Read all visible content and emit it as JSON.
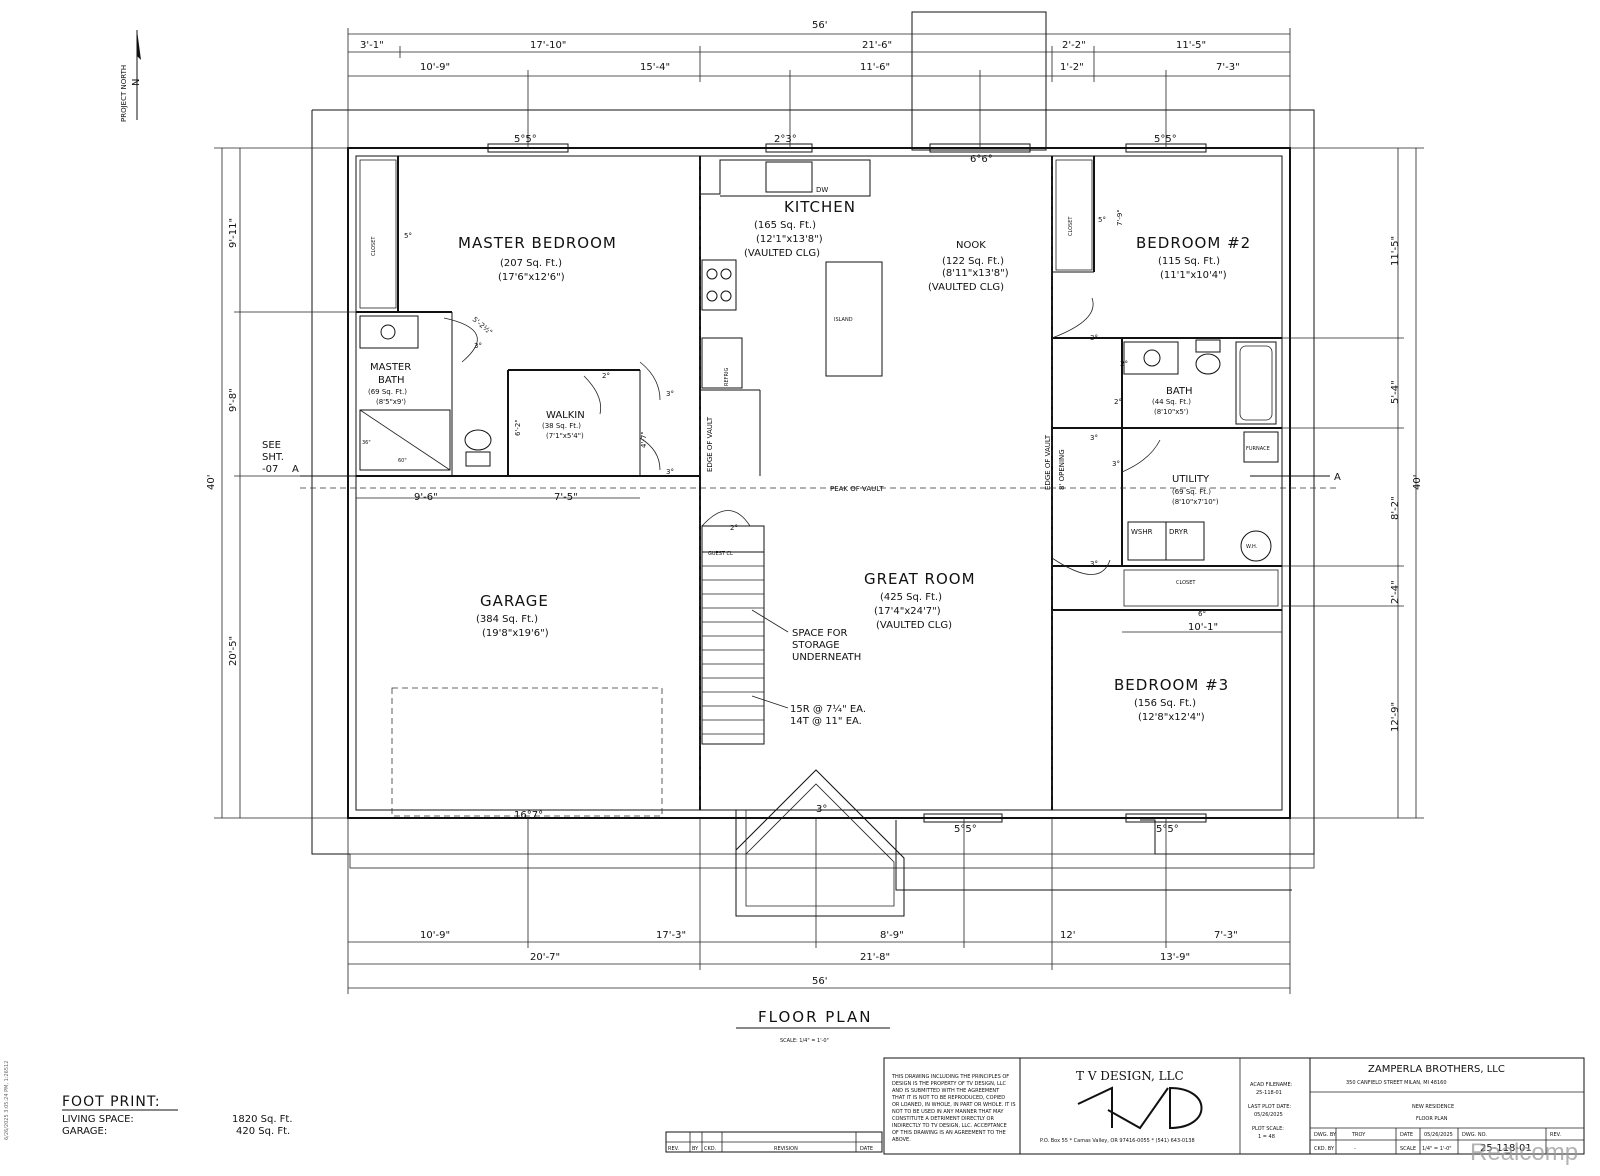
{
  "drawing": {
    "title": "FLOOR PLAN",
    "scale": "SCALE: 1/4\" = 1'-0\"",
    "north": "PROJECT NORTH",
    "north_n": "N",
    "see_sht": [
      "SEE",
      "SHT.",
      "-07"
    ],
    "section_mark": "A",
    "peak_of_vault": "PEAK OF VAULT",
    "edge_of_vault": "EDGE OF VAULT",
    "edge_of_vault_right": "EDGE OF VAULT",
    "opening": "8' OPENING",
    "stair_note": [
      "SPACE FOR",
      "STORAGE",
      "UNDERNEATH"
    ],
    "stair_spec": [
      "15R @ 7¼\" EA.",
      "14T @ 11\" EA."
    ],
    "guest_cl": "GUEST CL",
    "island": "ISLAND",
    "refrig": "REFRIG",
    "dw": "DW",
    "closet": "CLOSET",
    "furnace": "FURNACE",
    "wshr": "WSHR",
    "dryr": "DRYR",
    "wh": "W.H."
  },
  "rooms": {
    "master_bedroom": {
      "name": "MASTER BEDROOM",
      "area": "(207 Sq. Ft.)",
      "size": "(17'6\"x12'6\")"
    },
    "master_bath": {
      "name": [
        "MASTER",
        "BATH"
      ],
      "area": "(69 Sq. Ft.)",
      "size": "(8'5\"x9')"
    },
    "walkin": {
      "name": "WALKIN",
      "area": "(38 Sq. Ft.)",
      "size": "(7'1\"x5'4\")"
    },
    "kitchen": {
      "name": "KITCHEN",
      "area": "(165 Sq. Ft.)",
      "size": "(12'1\"x13'8\")",
      "note": "(VAULTED CLG)"
    },
    "nook": {
      "name": "NOOK",
      "area": "(122 Sq. Ft.)",
      "size": "(8'11\"x13'8\")",
      "note": "(VAULTED CLG)"
    },
    "bedroom2": {
      "name": "BEDROOM #2",
      "area": "(115 Sq. Ft.)",
      "size": "(11'1\"x10'4\")"
    },
    "bath": {
      "name": "BATH",
      "area": "(44 Sq. Ft.)",
      "size": "(8'10\"x5')"
    },
    "utility": {
      "name": "UTILITY",
      "area": "(69 Sq. Ft.)",
      "size": "(8'10\"x7'10\")"
    },
    "great_room": {
      "name": "GREAT ROOM",
      "area": "(425 Sq. Ft.)",
      "size": "(17'4\"x24'7\")",
      "note": "(VAULTED CLG)"
    },
    "garage": {
      "name": "GARAGE",
      "area": "(384 Sq. Ft.)",
      "size": "(19'8\"x19'6\")"
    },
    "bedroom3": {
      "name": "BEDROOM #3",
      "area": "(156 Sq. Ft.)",
      "size": "(12'8\"x12'4\")"
    }
  },
  "dims_top": {
    "overall": "56'",
    "row1": [
      "3'-1\"",
      "17'-10\"",
      "21'-6\"",
      "2'-2\"",
      "11'-5\""
    ],
    "row2": [
      "10'-9\"",
      "15'-4\"",
      "11'-6\"",
      "1'-2\"",
      "7'-3\""
    ],
    "windows": [
      "5°5°",
      "2°3°",
      "6°6°",
      "5°5°"
    ]
  },
  "dims_bottom": {
    "row1": [
      "10'-9\"",
      "17'-3\"",
      "8'-9\"",
      "12'",
      "7'-3\""
    ],
    "row2": [
      "20'-7\"",
      "21'-8\"",
      "13'-9\""
    ],
    "overall": "56'",
    "windows": [
      "16°7°",
      "3°",
      "5°5°",
      "5°5°"
    ]
  },
  "dims_left": {
    "overall": "40'",
    "segs": [
      "9'-11\"",
      "9'-8\"",
      "20'-5\""
    ]
  },
  "dims_right": {
    "overall": "40'",
    "segs": [
      "11'-5\"",
      "5'-4\"",
      "8'-2\"",
      "2'-4\"",
      "12'-9\""
    ]
  },
  "dims_interior": {
    "mb_row": [
      "9'-6\"",
      "7'-5\""
    ],
    "br3_width": "10'-1\"",
    "misc": [
      "5°",
      "5'-2½\"",
      "3°",
      "2°",
      "6'-2\"",
      "4'-7\"",
      "3°",
      "3°",
      "3°",
      "2°",
      "5°",
      "7'-9\"",
      "3°",
      "2°",
      "3°",
      "3°",
      "6°",
      "2°",
      "60\"",
      "36\""
    ]
  },
  "footprint": {
    "title": "FOOT PRINT:",
    "rows": [
      {
        "label": "LIVING SPACE:",
        "value": "1820 Sq. Ft."
      },
      {
        "label": "GARAGE:",
        "value": "420 Sq. Ft."
      }
    ]
  },
  "revision": {
    "headers": [
      "REV.",
      "BY",
      "CKD.",
      "REVISION",
      "DATE"
    ]
  },
  "title_block": {
    "disclaimer": [
      "THIS DRAWING INCLUDING THE PRINCIPLES OF",
      "DESIGN IS THE PROPERTY OF TV DESIGN, LLC",
      "AND IS SUBMITTED WITH THE AGREEMENT",
      "THAT IT IS NOT TO BE REPRODUCED, COPIED",
      "OR LOANED, IN WHOLE, IN PART OR WHOLE. IT IS",
      "NOT TO BE USED IN ANY MANNER THAT MAY",
      "CONSTITUTE A DETRIMENT DIRECTLY OR",
      "INDIRECTLY TO TV DESIGN, LLC. ACCEPTANCE",
      "OF THIS DRAWING IS AN AGREEMENT TO THE",
      "ABOVE."
    ],
    "firm": "T V   DESIGN, LLC",
    "firm_address": "P.O. Box 55 * Camas Valley, OR  97416-0055 * (541) 643-0138",
    "acad_label": "ACAD FILENAME:",
    "acad_value": "25-118-01",
    "plot_label": "LAST PLOT DATE:",
    "plot_value": "05/26/2025",
    "scale_label": "PLOT SCALE:",
    "scale_value": "1 = 48",
    "client": "ZAMPERLA BROTHERS, LLC",
    "client_addr": "350 CANFIELD STREET        MILAN, MI  48160",
    "project": "NEW RESIDENCE",
    "sheet": "FLOOR PLAN",
    "dwg_by_label": "DWG. BY",
    "dwg_by": "TROY",
    "date_label": "DATE",
    "date": "05/26/2025",
    "dwg_no_label": "DWG. NO.",
    "dwg_no": "25-118-01",
    "ckd_label": "CKD. BY",
    "ckd": "-",
    "scale2_label": "SCALE",
    "scale2": "1/4\" = 1'-0\"",
    "rev_label": "REV.",
    "rev": "-"
  },
  "watermark": "Realcomp",
  "side_stamp": "6/26/2025 3:05:24 PM, 1:26512"
}
